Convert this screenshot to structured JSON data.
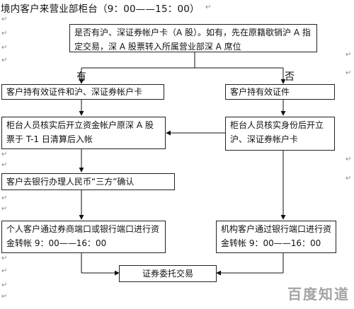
{
  "title": "境内客户来营业部柜台（9：00——15：00）",
  "decision": "是否有沪、深证券帐户卡（A 股）。如有，先在原籍歇销沪 A 指定交易，深 A 股票转入所属营业部深 A 席位",
  "label_yes": "有",
  "label_no": "否",
  "yes_branch": [
    "客户持有效证件和沪、深证券帐户卡",
    "柜台人员核实后开立资金帐户原深 A 股票于 T-1 日清算后入帐",
    "客户去银行办理人民币“三方”确认",
    "个人客户通过券商端口或银行端口进行资金转帐 9：00——16：00"
  ],
  "no_branch": [
    "客户持有效证件",
    "柜台人员核实身份后开立沪、深证券帐户卡",
    "机构客户通过银行端口进行资金转帐 9：00——16：00"
  ],
  "final": "证券委托交易",
  "watermark": "百度知道"
}
